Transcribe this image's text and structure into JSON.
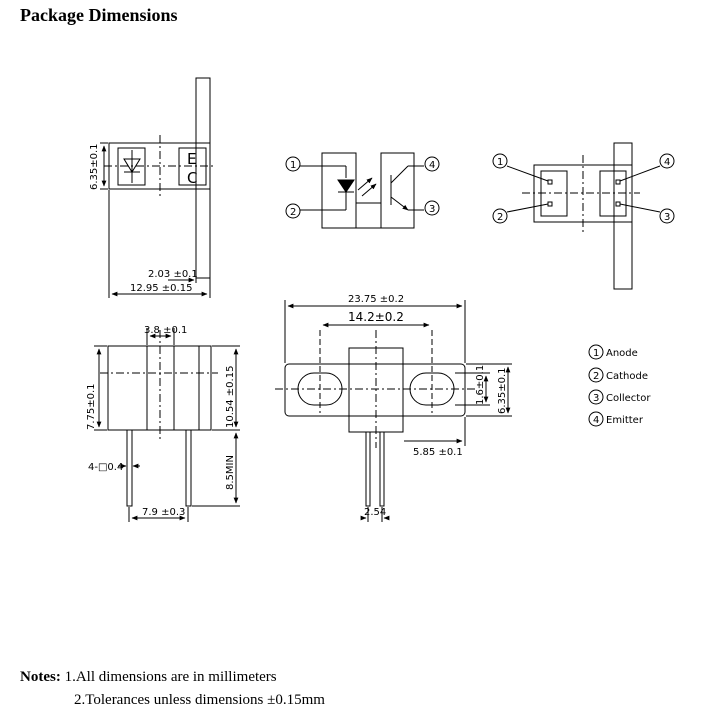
{
  "title": "Package Dimensions",
  "dims": {
    "top_height": "6.35±0.1",
    "top_w1": "2.03 ±0.1",
    "top_w2": "12.95 ±0.15",
    "front_slot": "3.8 ±0.1",
    "front_h1": "7.75±0.1",
    "front_h2": "10.54 ±0.15",
    "front_pin": "4-□0.4",
    "front_lead": "8.5MIN",
    "front_pitch": "7.9 ±0.3",
    "side_total": "23.75 ±0.2",
    "side_holes": "14.2±0.2",
    "side_hole_h": "1.6±0.1",
    "side_h": "6.35±0.1",
    "side_off": "5.85 ±0.1",
    "side_pin": "2.54"
  },
  "top_view_letters": [
    "E",
    "C"
  ],
  "pin_numbers": [
    "1",
    "2",
    "3",
    "4"
  ],
  "pins": [
    {
      "num": "1",
      "name": "Anode"
    },
    {
      "num": "2",
      "name": "Cathode"
    },
    {
      "num": "3",
      "name": "Collector"
    },
    {
      "num": "4",
      "name": "Emitter"
    }
  ],
  "notes": {
    "label": "Notes:",
    "items": [
      "1.All dimensions are in millimeters",
      "2.Tolerances unless dimensions ±0.15mm"
    ]
  }
}
